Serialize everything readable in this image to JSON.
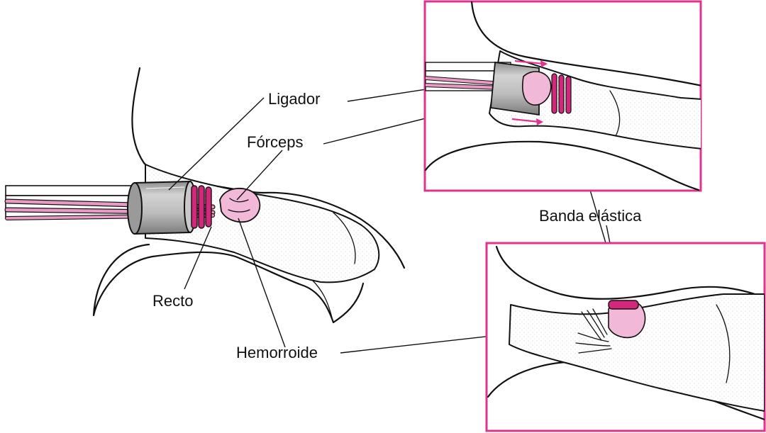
{
  "labels": {
    "ligator": "Ligador",
    "forceps": "Fórceps",
    "rectum": "Recto",
    "hemorrhoid": "Hemorroide",
    "elastic_band": "Banda elástica"
  },
  "colors": {
    "accent_pink": "#e0338f",
    "band_magenta": "#d4267a",
    "tissue_pink": "#f2b8d8",
    "instrument_gray": "#b9b9b9",
    "line": "#111111"
  }
}
